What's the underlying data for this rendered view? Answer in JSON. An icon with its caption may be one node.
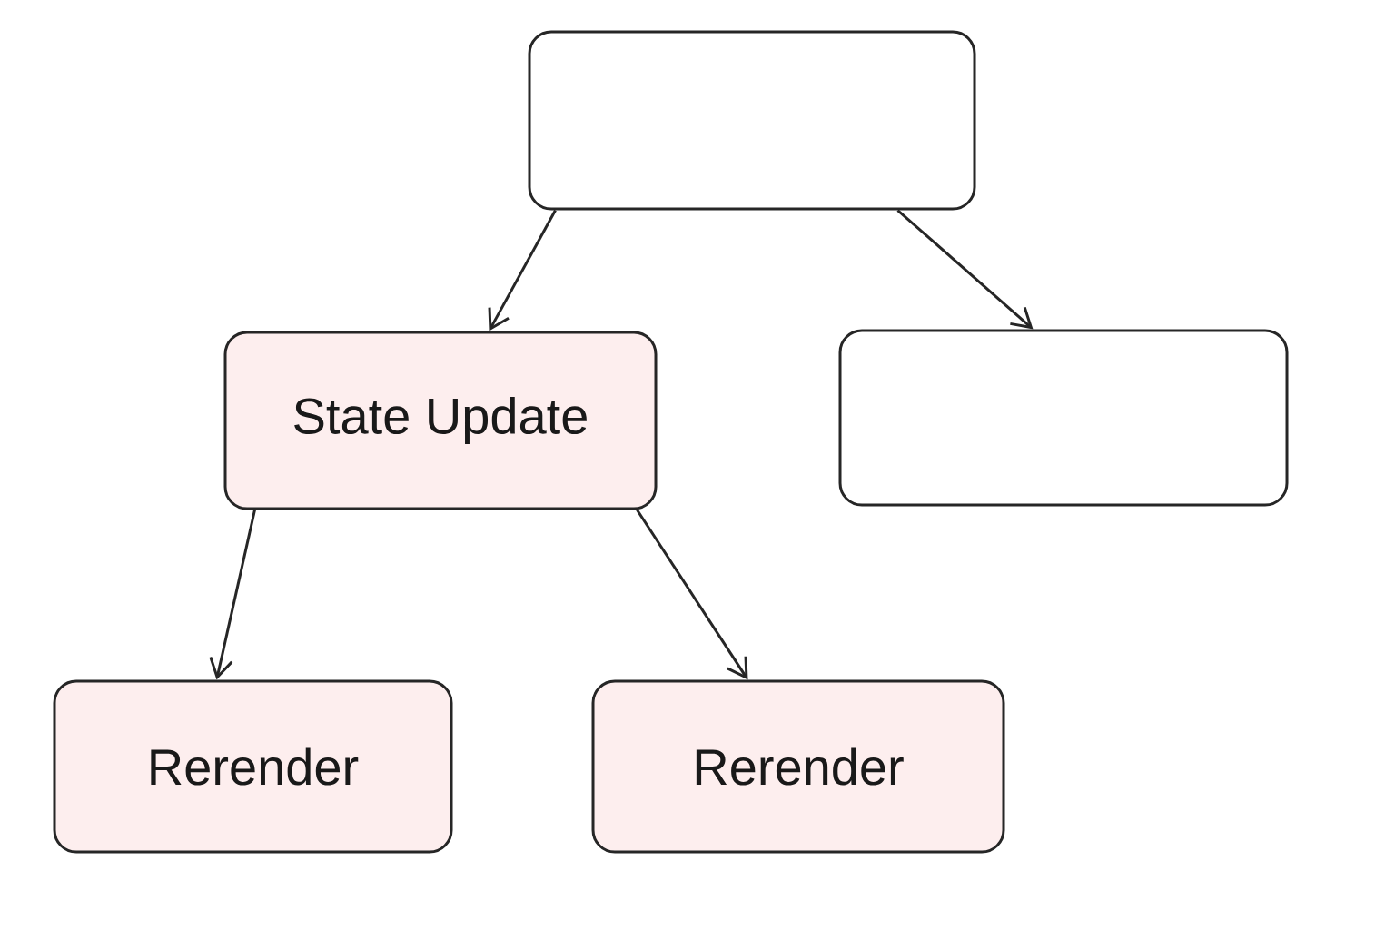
{
  "diagram": {
    "nodes": [
      {
        "text": [],
        "shape": "box"
      },
      {
        "text": [
          "State Update"
        ]
      },
      {
        "text": [],
        "shape": "box"
      },
      {
        "text": [
          "Rerender"
        ]
      },
      {
        "text": [
          "Rerender"
        ]
      }
    ],
    "edges": [
      {
        "from": 0,
        "to": 1,
        "arrow": "to"
      },
      {
        "from": 0,
        "to": 2,
        "arrow": "to"
      },
      {
        "from": 1,
        "to": 3,
        "arrow": "to"
      },
      {
        "from": 1,
        "to": 4,
        "arrow": "to"
      }
    ]
  }
}
